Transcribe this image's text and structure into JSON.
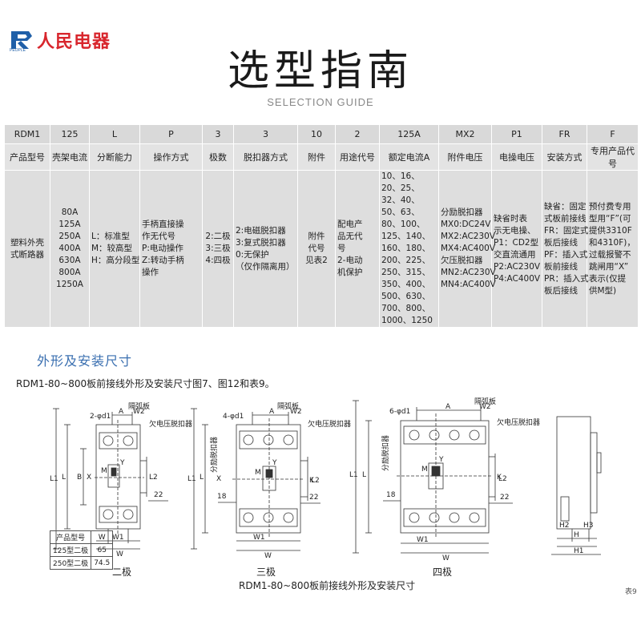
{
  "brand": {
    "name": "人民电器",
    "sub": "PEOPLE"
  },
  "title": "选型指南",
  "subtitle": "SELECTION GUIDE",
  "selection_table": {
    "codes": [
      "RDM1",
      "125",
      "L",
      "P",
      "3",
      "3",
      "10",
      "2",
      "125A",
      "MX2",
      "P1",
      "FR",
      "F"
    ],
    "names": [
      "产品型号",
      "壳架电流",
      "分断能力",
      "操作方式",
      "极数",
      "脱扣器方式",
      "附件",
      "用途代号",
      "额定电流A",
      "附件电压",
      "电操电压",
      "安装方式",
      "专用产品代号"
    ],
    "options": [
      [
        "塑料外壳",
        "式断路器"
      ],
      [
        "80A",
        "125A",
        "250A",
        "400A",
        "630A",
        "800A",
        "1250A"
      ],
      [
        "L：标准型",
        "M：较高型",
        "H：高分段型"
      ],
      [
        "手柄直接操",
        "作无代号",
        "P:电动操作",
        "Z:转动手柄",
        "操作"
      ],
      [
        "2:二极",
        "3:三极",
        "4:四极"
      ],
      [
        "2:电磁脱扣器",
        "3:复式脱扣器",
        "0:无保护",
        "（仅作隔离用）"
      ],
      [
        "附件",
        "代号",
        "见表2"
      ],
      [
        "配电产",
        "品无代",
        "号",
        "2-电动",
        "机保护"
      ],
      [
        "10、16、",
        "20、25、",
        "32、40、",
        "50、63、",
        "80、100、",
        "125、140、",
        "160、180、",
        "200、225、",
        "250、315、",
        "350、400、",
        "500、630、",
        "700、800、",
        "1000、1250"
      ],
      [
        "分励脱扣器",
        "MX0:DC24V",
        "MX2:AC230V",
        "MX4:AC400V",
        "欠压脱扣器",
        "MN2:AC230V",
        "MN4:AC400V"
      ],
      [
        "缺省时表",
        "示无电操、",
        "P1：CD2型",
        "交直流通用",
        "P2:AC230V",
        "P4:AC400V"
      ],
      [
        "缺省：固定",
        "式板前接线",
        "FR：固定式",
        "板后接线",
        "PF：插入式",
        "板前接线",
        "PR：插入式",
        "板后接线"
      ],
      [
        "预付费专用",
        "型用“F”(可",
        "提供3310F",
        "和4310F)，",
        "过载报警不",
        "跳闸用“X”",
        "表示(仅提",
        "供M型)"
      ]
    ]
  },
  "section_title": "外形及安装尺寸",
  "caption_top": "RDM1-80~800板前接线外形及安装尺寸图7、图12和表9。",
  "caption_bottom": "RDM1-80~800板前接线外形及安装尺寸",
  "corner_text": "表9",
  "drawing_labels": {
    "two_pole": "二极",
    "three_pole": "三极",
    "four_pole": "四极",
    "arc_plate": "隔弧板",
    "undervoltage": "欠电压脱扣器",
    "shunt": "分励脱扣器",
    "hole_2": "2-φd1",
    "hole_4": "4-φd1",
    "hole_6": "6-φd1",
    "dim_18": "18",
    "dim_22": "22",
    "dims": [
      "L1",
      "L",
      "B",
      "M",
      "Y",
      "K",
      "L2",
      "A",
      "W2",
      "W1",
      "W",
      "X",
      "H",
      "H1",
      "H2",
      "H3"
    ]
  },
  "model_table": {
    "header": [
      "产品型号",
      "W"
    ],
    "rows": [
      [
        "125型二极",
        "65"
      ],
      [
        "250型二极",
        "74.5"
      ]
    ]
  },
  "colors": {
    "brand_red": "#d8262d",
    "brand_blue": "#1f5fa8",
    "section_blue": "#3a6fb0",
    "table_gray": "#dcdcdc"
  }
}
